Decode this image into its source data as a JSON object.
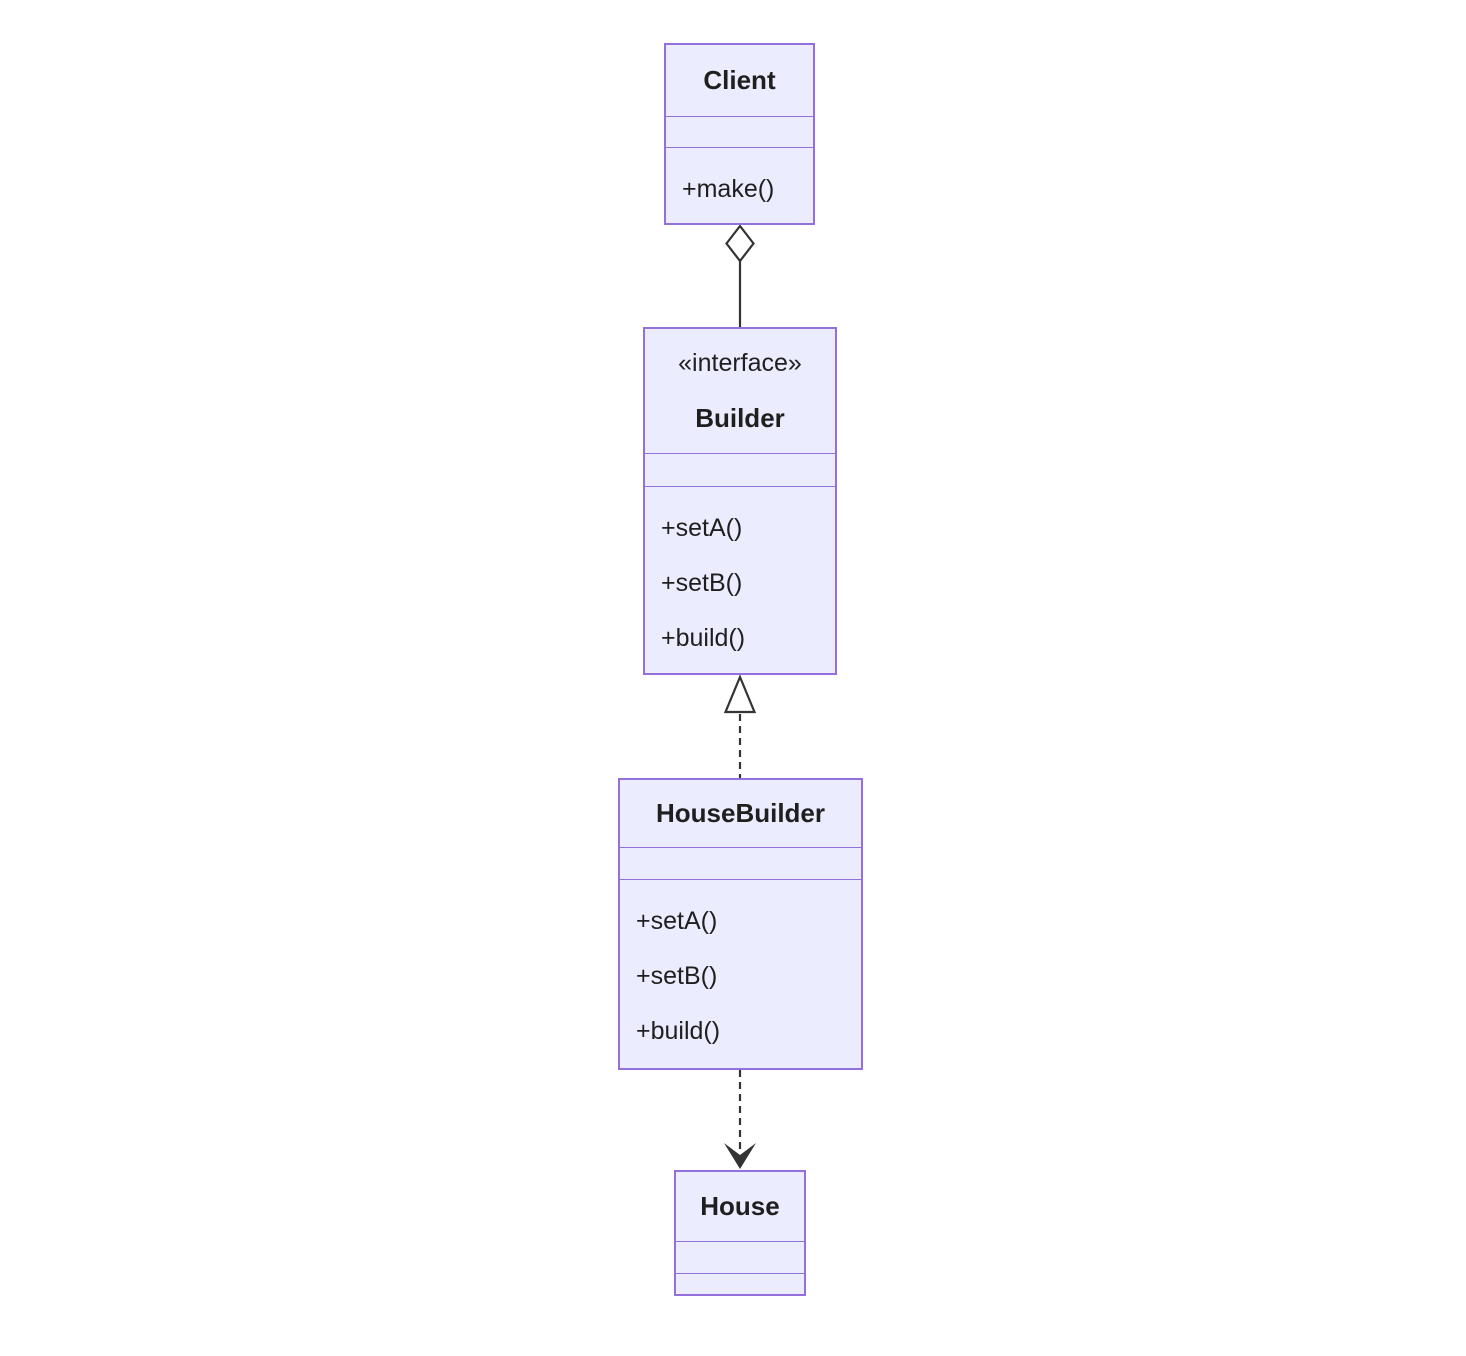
{
  "diagram": {
    "type": "uml-class-diagram",
    "colors": {
      "class_fill": "#ECECFF",
      "class_border": "#9370DB",
      "edge": "#333333",
      "text": "#1f1f1f",
      "background": "#ffffff"
    },
    "classes": [
      {
        "name": "Client",
        "annotation": "",
        "attributes": [],
        "methods": [
          "+make()"
        ]
      },
      {
        "name": "Builder",
        "annotation": "«interface»",
        "attributes": [],
        "methods": [
          "+setA()",
          "+setB()",
          "+build()"
        ]
      },
      {
        "name": "HouseBuilder",
        "annotation": "",
        "attributes": [],
        "methods": [
          "+setA()",
          "+setB()",
          "+build()"
        ]
      },
      {
        "name": "House",
        "annotation": "",
        "attributes": [],
        "methods": []
      }
    ],
    "relations": [
      {
        "from": "Client",
        "to": "Builder",
        "type": "aggregation",
        "line": "solid",
        "marker": "hollow-diamond-at-source"
      },
      {
        "from": "HouseBuilder",
        "to": "Builder",
        "type": "realization",
        "line": "dashed",
        "marker": "hollow-triangle-at-target"
      },
      {
        "from": "HouseBuilder",
        "to": "House",
        "type": "dependency",
        "line": "dashed",
        "marker": "solid-chevron-at-target"
      }
    ]
  }
}
